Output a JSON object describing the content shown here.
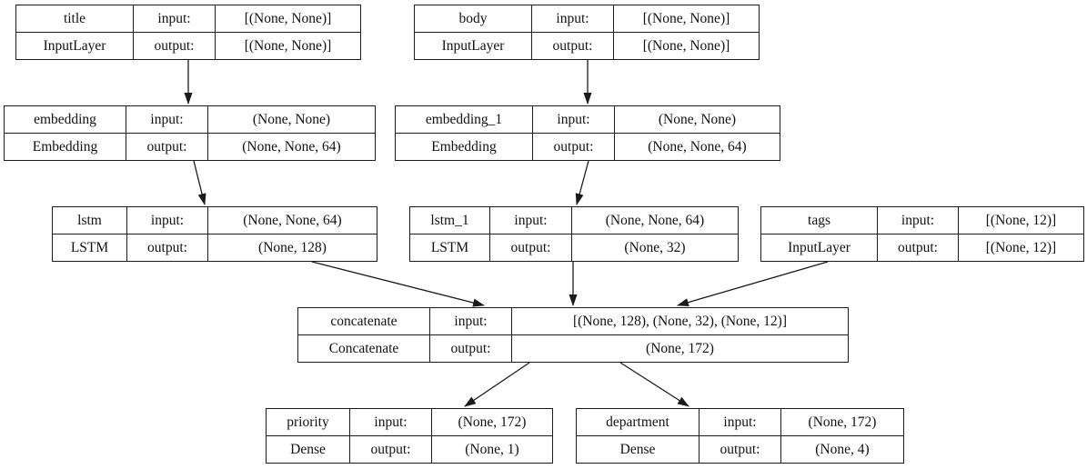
{
  "diagram": {
    "kind": "keras-model-plot",
    "labels": {
      "input": "input:",
      "output": "output:"
    },
    "colors": {
      "border": "#1b1b1b",
      "background": "#ffffff",
      "text": "#111111"
    },
    "nodes": [
      {
        "name": "title",
        "type": "InputLayer",
        "input_shape": "[(None, None)]",
        "output_shape": "[(None, None)]"
      },
      {
        "name": "body",
        "type": "InputLayer",
        "input_shape": "[(None, None)]",
        "output_shape": "[(None, None)]"
      },
      {
        "name": "embedding",
        "type": "Embedding",
        "input_shape": "(None, None)",
        "output_shape": "(None, None, 64)"
      },
      {
        "name": "embedding_1",
        "type": "Embedding",
        "input_shape": "(None, None)",
        "output_shape": "(None, None, 64)"
      },
      {
        "name": "lstm",
        "type": "LSTM",
        "input_shape": "(None, None, 64)",
        "output_shape": "(None, 128)"
      },
      {
        "name": "lstm_1",
        "type": "LSTM",
        "input_shape": "(None, None, 64)",
        "output_shape": "(None, 32)"
      },
      {
        "name": "tags",
        "type": "InputLayer",
        "input_shape": "[(None, 12)]",
        "output_shape": "[(None, 12)]"
      },
      {
        "name": "concatenate",
        "type": "Concatenate",
        "input_shape": "[(None, 128), (None, 32), (None, 12)]",
        "output_shape": "(None, 172)"
      },
      {
        "name": "priority",
        "type": "Dense",
        "input_shape": "(None, 172)",
        "output_shape": "(None, 1)"
      },
      {
        "name": "department",
        "type": "Dense",
        "input_shape": "(None, 172)",
        "output_shape": "(None, 4)"
      }
    ],
    "edges": [
      {
        "from": "title",
        "to": "embedding"
      },
      {
        "from": "body",
        "to": "embedding_1"
      },
      {
        "from": "embedding",
        "to": "lstm"
      },
      {
        "from": "embedding_1",
        "to": "lstm_1"
      },
      {
        "from": "lstm",
        "to": "concatenate"
      },
      {
        "from": "lstm_1",
        "to": "concatenate"
      },
      {
        "from": "tags",
        "to": "concatenate"
      },
      {
        "from": "concatenate",
        "to": "priority"
      },
      {
        "from": "concatenate",
        "to": "department"
      }
    ]
  }
}
